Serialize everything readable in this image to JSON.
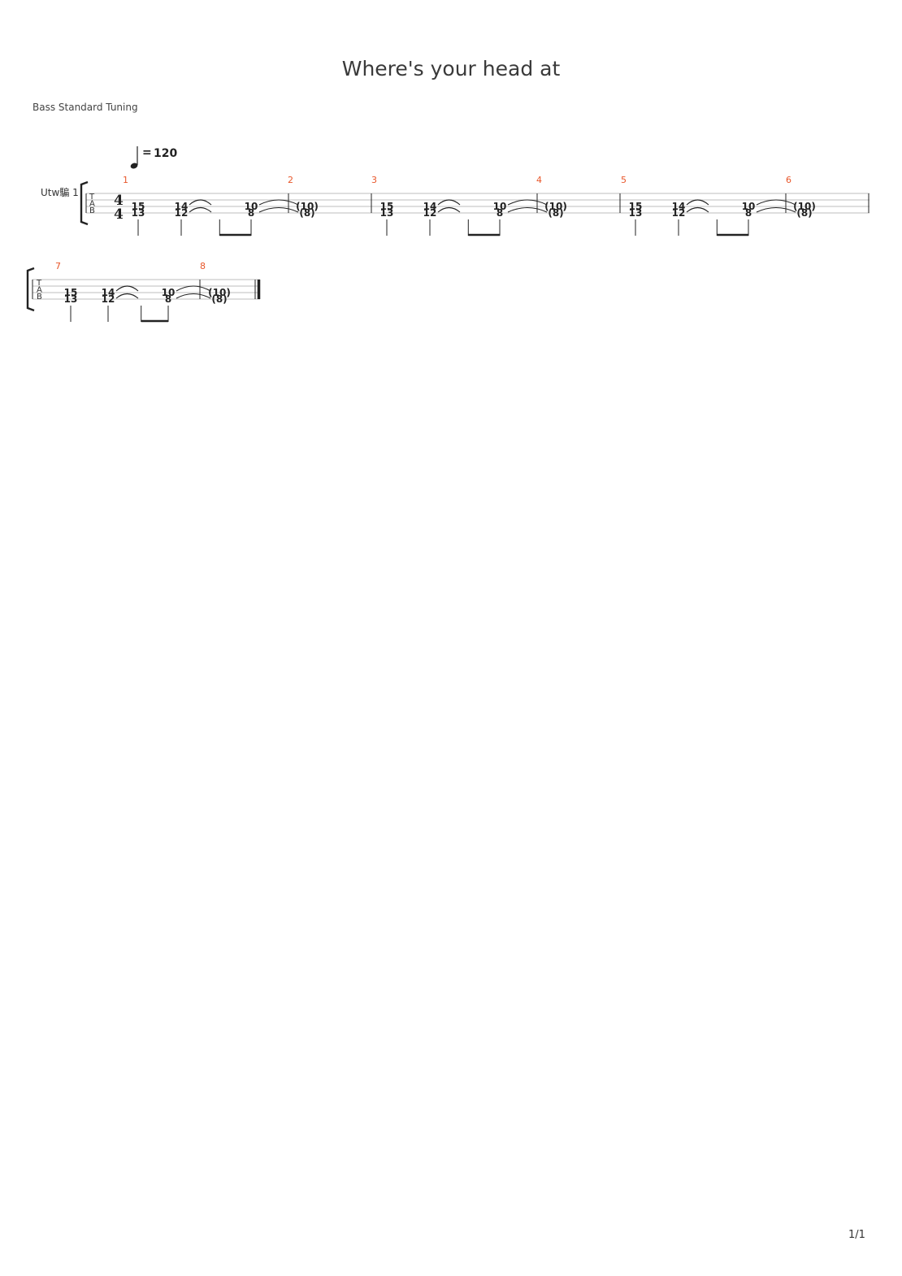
{
  "title": "Where's your head at",
  "tuning": "Bass Standard Tuning",
  "tempo": "120",
  "tempo_prefix": "=",
  "track_name": "Utw騙 1",
  "page_number": "1/1",
  "time_signature": {
    "top": "4",
    "bottom": "4"
  },
  "tab_clef": [
    "T",
    "A",
    "B"
  ],
  "colors": {
    "measure_number": "#e8562a",
    "staff_line": "#bdbdbd",
    "ink": "#222222"
  },
  "systems": [
    {
      "measures": [
        {
          "number": "1",
          "notes": [
            {
              "top": "15",
              "bottom": "13"
            },
            {
              "top": "14",
              "bottom": "12"
            },
            {
              "top": "10",
              "bottom": "8"
            }
          ]
        },
        {
          "number": "2",
          "notes": [
            {
              "top": "(10)",
              "bottom": "(8)"
            }
          ]
        },
        {
          "number": "3",
          "notes": [
            {
              "top": "15",
              "bottom": "13"
            },
            {
              "top": "14",
              "bottom": "12"
            },
            {
              "top": "10",
              "bottom": "8"
            }
          ]
        },
        {
          "number": "4",
          "notes": [
            {
              "top": "(10)",
              "bottom": "(8)"
            }
          ]
        },
        {
          "number": "5",
          "notes": [
            {
              "top": "15",
              "bottom": "13"
            },
            {
              "top": "14",
              "bottom": "12"
            },
            {
              "top": "10",
              "bottom": "8"
            }
          ]
        },
        {
          "number": "6",
          "notes": [
            {
              "top": "(10)",
              "bottom": "(8)"
            }
          ]
        }
      ]
    },
    {
      "measures": [
        {
          "number": "7",
          "notes": [
            {
              "top": "15",
              "bottom": "13"
            },
            {
              "top": "14",
              "bottom": "12"
            },
            {
              "top": "10",
              "bottom": "8"
            }
          ]
        },
        {
          "number": "8",
          "notes": [
            {
              "top": "(10)",
              "bottom": "(8)"
            }
          ]
        }
      ]
    }
  ]
}
